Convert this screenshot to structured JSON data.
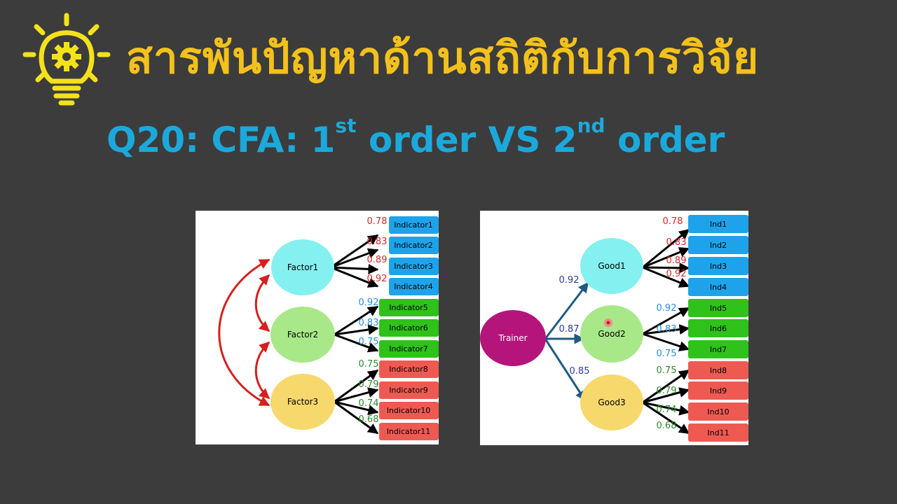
{
  "header": {
    "thai_title": "สารพันปัญหาด้านสถิติกับการวิจัย",
    "subtitle_prefix": "Q20: CFA: 1",
    "subtitle_sup1": "st",
    "subtitle_mid": " order VS 2",
    "subtitle_sup2": "nd",
    "subtitle_suffix": " order",
    "icon": "lightbulb-gear-icon"
  },
  "colors": {
    "background": "#3c3c3c",
    "title_yellow": "#f3c11b",
    "subtitle_blue": "#1ba9dc",
    "factor1_fill": "#84f0f0",
    "factor2_fill": "#a8e888",
    "factor3_fill": "#f7d86c",
    "trainer_fill": "#b5157a",
    "box_blue": "#1ea3ea",
    "box_green": "#2ec21a",
    "box_red": "#ee5a52",
    "loading_red": "#d42a2a",
    "loading_blue": "#2a8fd4",
    "loading_green": "#2a8a2a",
    "loading_navy": "#2b3c9a",
    "arrow_red": "#d42020",
    "arrow_teal": "#1e5a82"
  },
  "first_order": {
    "factors": [
      {
        "name": "Factor1",
        "indicators": [
          "Indicator1",
          "Indicator2",
          "Indicator3",
          "Indicator4"
        ],
        "loadings": [
          "0.78",
          "0.83",
          "0.89",
          "0.92"
        ]
      },
      {
        "name": "Factor2",
        "indicators": [
          "Indicator5",
          "Indicator6",
          "Indicator7"
        ],
        "loadings": [
          "0.92",
          "0.83",
          "0.75"
        ]
      },
      {
        "name": "Factor3",
        "indicators": [
          "Indicator8",
          "Indicator9",
          "Indicator10",
          "Indicator11"
        ],
        "loadings": [
          "0.75",
          "0.79",
          "0.74",
          "0.68"
        ]
      }
    ]
  },
  "second_order": {
    "higher": "Trainer",
    "higher_loadings": [
      "0.92",
      "0.87",
      "0.85"
    ],
    "factors": [
      {
        "name": "Good1",
        "indicators": [
          "Ind1",
          "Ind2",
          "Ind3",
          "Ind4"
        ],
        "loadings": [
          "0.78",
          "0.83",
          "0.89",
          "0.92"
        ]
      },
      {
        "name": "Good2",
        "indicators": [
          "Ind5",
          "Ind6",
          "Ind7"
        ],
        "loadings": [
          "0.92",
          "0.83",
          "0.75"
        ]
      },
      {
        "name": "Good3",
        "indicators": [
          "Ind8",
          "Ind9",
          "Ind10",
          "Ind11"
        ],
        "loadings": [
          "0.75",
          "0.79",
          "0.74",
          "0.68"
        ]
      }
    ]
  }
}
